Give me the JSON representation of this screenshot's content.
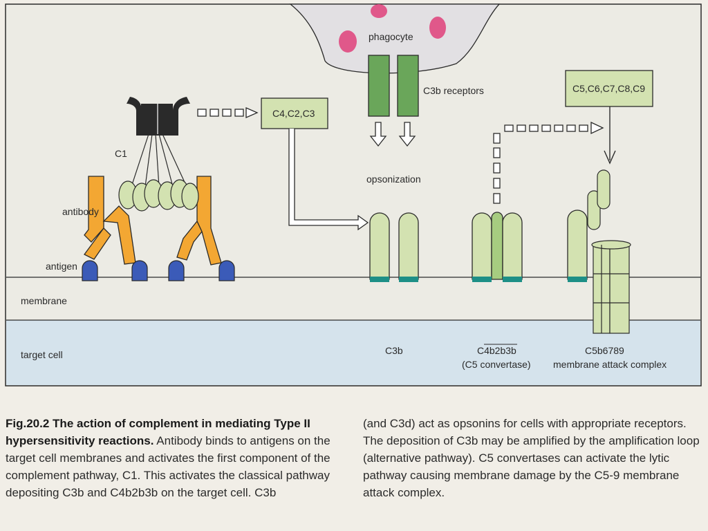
{
  "diagram": {
    "labels": {
      "phagocyte": "phagocyte",
      "c3b_receptors": "C3b receptors",
      "c4c2c3": "C4,C2,C3",
      "c5_c9": "C5,C6,C7,C8,C9",
      "c1": "C1",
      "antibody": "antibody",
      "antigen": "antigen",
      "opsonization": "opsonization",
      "membrane": "membrane",
      "target_cell": "target cell",
      "c3b": "C3b",
      "c4b2b3b": "C4b2b3b",
      "c5_convertase": "(C5 convertase)",
      "c5b6789": "C5b6789",
      "mac": "membrane attack complex"
    }
  },
  "caption": {
    "figure_number": "Fig.20.2",
    "title": "The action of complement in mediating Type II hypersensitivity reactions.",
    "left_text": "Antibody binds to antigens on the target cell membranes and activates the first component of the complement pathway, C1. This activates the classical pathway depositing C3b and C4b2b3b on the target cell. C3b",
    "right_text": "(and C3d) act as opsonins for cells with appropriate receptors. The deposition of C3b may be amplified by the amplification loop (alternative pathway). C5 convertases can activate the lytic pathway causing membrane damage by the C5-9 membrane attack complex."
  },
  "colors": {
    "background": "#f1eee7",
    "panel": "#ecebe4",
    "target_cell": "#d5e3ec",
    "light_green": "#d3e2b1",
    "mid_green": "#a6cc80",
    "dark_green": "#6aa65a",
    "orange": "#f3a733",
    "blue": "#3b5bb8",
    "teal": "#1d8f86",
    "pink": "#e0588a",
    "dark": "#2a2a2a"
  }
}
